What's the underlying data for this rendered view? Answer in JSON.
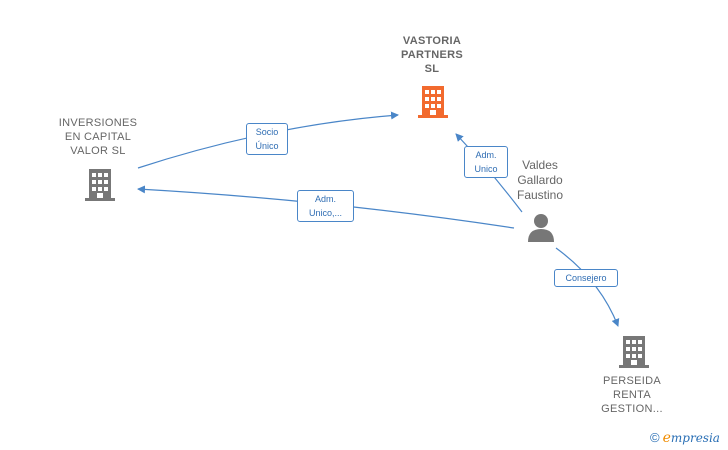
{
  "colors": {
    "edge": "#4a86c8",
    "node_gray": "#777777",
    "node_focus": "#f26a2e",
    "label_text": "#666666"
  },
  "nodes": {
    "vastoria": {
      "lines": [
        "VASTORIA",
        "PARTNERS",
        "SL"
      ],
      "icon": "building-icon",
      "highlight": true
    },
    "inversiones": {
      "lines": [
        "INVERSIONES",
        "EN CAPITAL",
        "VALOR  SL"
      ],
      "icon": "building-icon"
    },
    "valdes": {
      "lines": [
        "Valdes",
        "Gallardo",
        "Faustino"
      ],
      "icon": "person-icon"
    },
    "perseida": {
      "lines": [
        "PERSEIDA",
        "RENTA",
        "GESTION..."
      ],
      "icon": "building-icon"
    }
  },
  "edges": {
    "socio": [
      "Socio",
      "Único"
    ],
    "adm_unico": [
      "Adm.",
      "Unico"
    ],
    "adm_unico_etc": [
      "Adm.",
      "Unico,..."
    ],
    "consejero": [
      "Consejero"
    ]
  },
  "footer": {
    "copyright": "©",
    "brand_first": "e",
    "brand_rest": "mpresia"
  }
}
